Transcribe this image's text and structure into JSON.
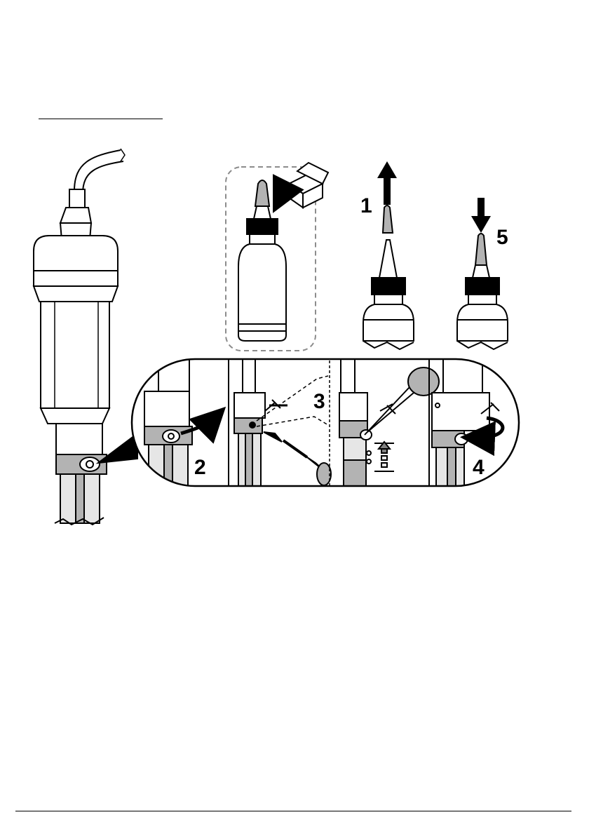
{
  "figure": {
    "step_labels": {
      "s1": "1",
      "s2": "2",
      "s3": "3",
      "s4": "4",
      "s5": "5"
    },
    "colors": {
      "gray": "#b3b3b3",
      "light_gray": "#e6e6e6",
      "line": "#000000"
    }
  }
}
